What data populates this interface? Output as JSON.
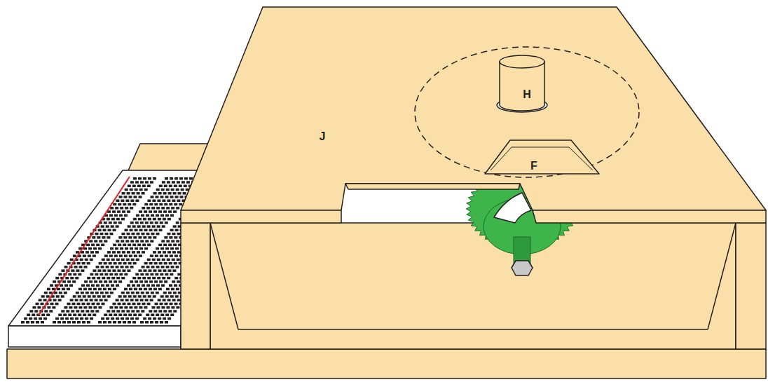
{
  "diagram": {
    "labels": [
      "H",
      "J",
      "F"
    ]
  }
}
